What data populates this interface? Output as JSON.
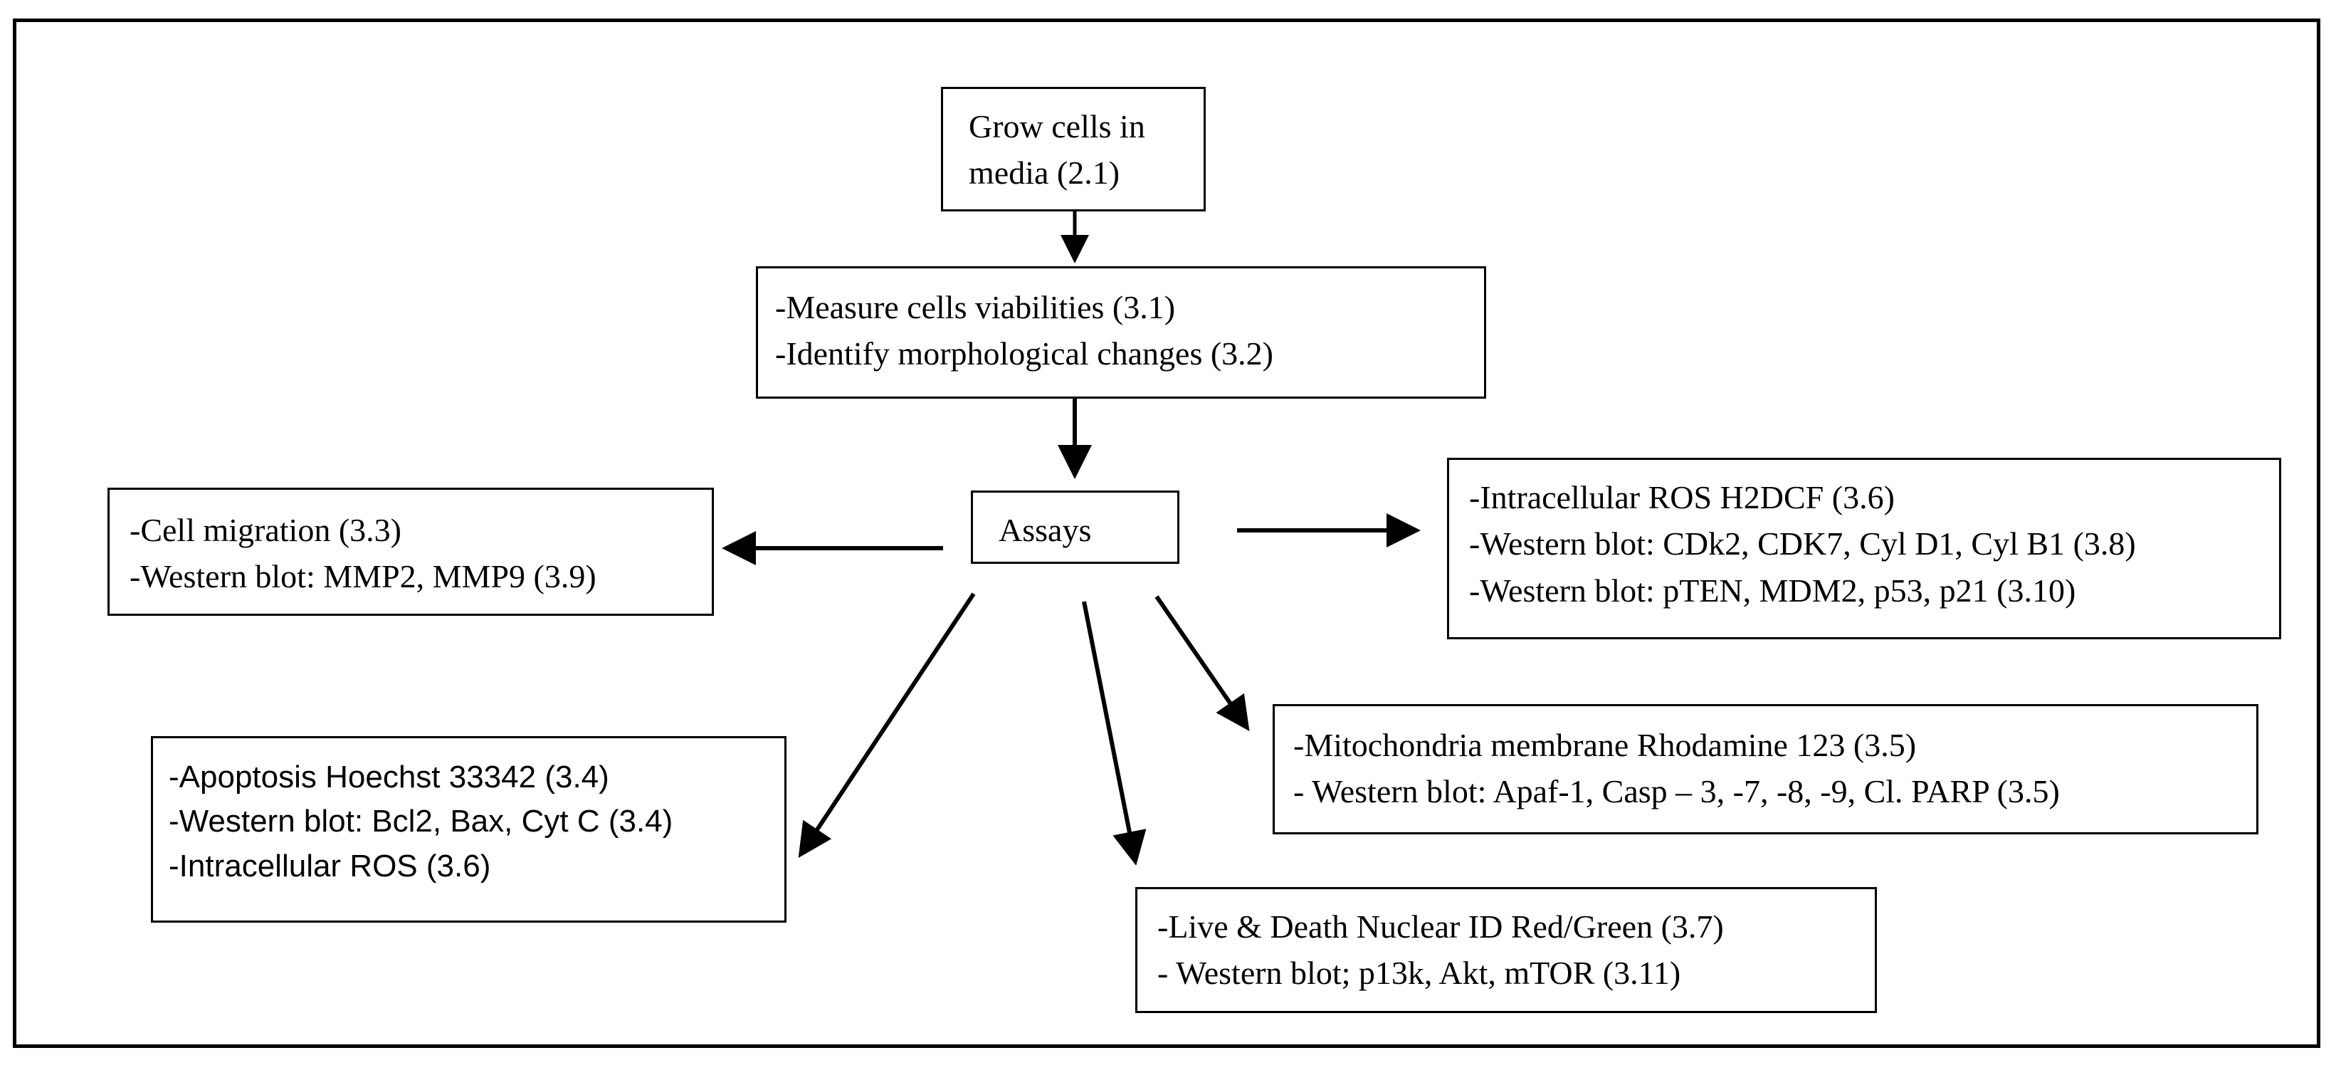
{
  "nodes": {
    "grow": {
      "lines": [
        "Grow cells in",
        "media  (2.1)"
      ]
    },
    "measure": {
      "lines": [
        "-Measure cells viabilities (3.1)",
        "-Identify morphological changes (3.2)"
      ]
    },
    "assays": {
      "lines": [
        "Assays"
      ]
    },
    "migration": {
      "lines": [
        "-Cell migration (3.3)",
        "-Western blot: MMP2, MMP9 (3.9)"
      ]
    },
    "ros": {
      "lines": [
        "-Intracellular ROS H2DCF (3.6)",
        "-Western blot: CDk2, CDK7, Cyl D1, Cyl B1 (3.8)",
        "-Western blot: pTEN, MDM2, p53, p21 (3.10)"
      ]
    },
    "apoptosis": {
      "lines": [
        "-Apoptosis Hoechst 33342  (3.4)",
        "-Western blot: Bcl2, Bax, Cyt C (3.4)",
        "-Intracellular ROS (3.6)"
      ]
    },
    "mito": {
      "lines": [
        "-Mitochondria membrane Rhodamine 123 (3.5)",
        "- Western blot: Apaf-1, Casp – 3, -7, -8, -9, Cl. PARP (3.5)"
      ]
    },
    "live": {
      "lines": [
        "-Live & Death Nuclear ID Red/Green (3.7)",
        "- Western blot; p13k, Akt, mTOR (3.11)"
      ]
    }
  },
  "colors": {
    "stroke": "#000000",
    "background": "#ffffff"
  }
}
